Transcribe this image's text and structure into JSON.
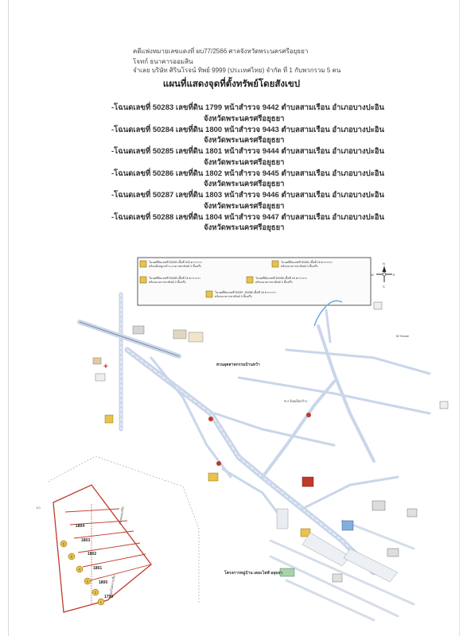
{
  "header": {
    "case_line": "คดีแพ่งหมายเลขแดงที่ ผบ77/2566 ศาลจังหวัดพระนครศรีอยุธยา",
    "plaintiff_line": "โจทก์  ธนาคารออมสิน",
    "defendant_line": "จำเลย บริษัท ศิรินโรจน์ ทิพย์ 9999 (ประเทศไทย) จำกัด ที่ 1 กับพวกรวม 5 คน"
  },
  "title": "แผนที่แสดงจุดที่ตั้งทรัพย์โดยสังเขป",
  "province": "จังหวัดพระนครศรีอยุธยา",
  "parcels": [
    {
      "label": "-โฉนดเลขที่",
      "deed": "50283",
      "land_lbl": "เลขที่ดิน",
      "land": "1799",
      "page_lbl": "หน้าสำรวจ",
      "survey": "9442",
      "loc": "ตำบลสามเรือน อำเภอบางปะอิน"
    },
    {
      "label": "-โฉนดเลขที่",
      "deed": "50284",
      "land_lbl": "เลขที่ดิน",
      "land": "1800",
      "page_lbl": "หน้าสำรวจ",
      "survey": "9443",
      "loc": "ตำบลสามเรือน อำเภอบางปะอิน"
    },
    {
      "label": "-โฉนดเลขที่",
      "deed": "50285",
      "land_lbl": "เลขที่ดิน",
      "land": "1801",
      "page_lbl": "หน้าสำรวจ",
      "survey": "9444",
      "loc": "ตำบลสามเรือน อำเภอบางปะอิน"
    },
    {
      "label": "-โฉนดเลขที่",
      "deed": "50286",
      "land_lbl": "เลขที่ดิน",
      "land": "1802",
      "page_lbl": "หน้าสำรวจ",
      "survey": "9445",
      "loc": "ตำบลสามเรือน อำเภอบางปะอิน"
    },
    {
      "label": "-โฉนดเลขที่",
      "deed": "50287",
      "land_lbl": "เลขที่ดิน",
      "land": "1803",
      "page_lbl": "หน้าสำรวจ",
      "survey": "9446",
      "loc": "ตำบลสามเรือน อำเภอบางปะอิน"
    },
    {
      "label": "-โฉนดเลขที่",
      "deed": "50288",
      "land_lbl": "เลขที่ดิน",
      "land": "1804",
      "page_lbl": "หน้าสำรวจ",
      "survey": "9447",
      "loc": "ตำบลสามเรือน อำเภอบางปะอิน"
    }
  ],
  "legend": {
    "item1_a": "โฉนดที่ดินเลขที่ 50283 เนื้อที่ 343 ตารางวา",
    "item1_b": "พร้อมสิ่งปลูกสร้าง อาคารพาณิชย์ 3 ชั้นครึ่ง",
    "item2_a": "โฉนดที่ดินเลขที่ 50284 เนื้อที่ 16 ตารางวา",
    "item2_b": "พร้อมอาคารพาณิชย์ 3 ชั้นครึ่ง",
    "item3_a": "โฉนดที่ดินเลขที่ 50285 เนื้อที่ 16 ตารางวา",
    "item3_b": "พร้อมอาคารพาณิชย์ 3 ชั้นครึ่ง",
    "item4_a": "โฉนดที่ดินเลขที่ 50286 เนื้อที่ 16 ตารางวา",
    "item4_b": "พร้อมอาคารพาณิชย์ 3 ชั้นครึ่ง",
    "item5_a": "โฉนดที่ดินเลขที่ 50287, 50288 เนื้อที่ 16 ตารางวา",
    "item5_b": "พร้อมอาคารพาณิชย์ 3 ชั้นครึ่ง"
  },
  "compass": {
    "n": "N",
    "s": "S",
    "e": "E",
    "w": "W"
  },
  "map_labels": {
    "park": "สวนอุตสาหกรรมบ้านหว้า",
    "road_sign": "ซ.3 ร้อยเอ็ดกร้าง",
    "project": "โครงการหมู่บ้าน เดอะไลฟ์ อยุธยา",
    "m_house": "M House"
  },
  "plot_numbers": [
    "1804",
    "1803",
    "1802",
    "1801",
    "1800",
    "1799"
  ],
  "plot_circles": [
    "6",
    "5",
    "4",
    "3",
    "2",
    "1"
  ],
  "colors": {
    "plot_border": "#c0392b",
    "road": "#c9d6ea",
    "marker_yellow": "#e8c24a"
  }
}
